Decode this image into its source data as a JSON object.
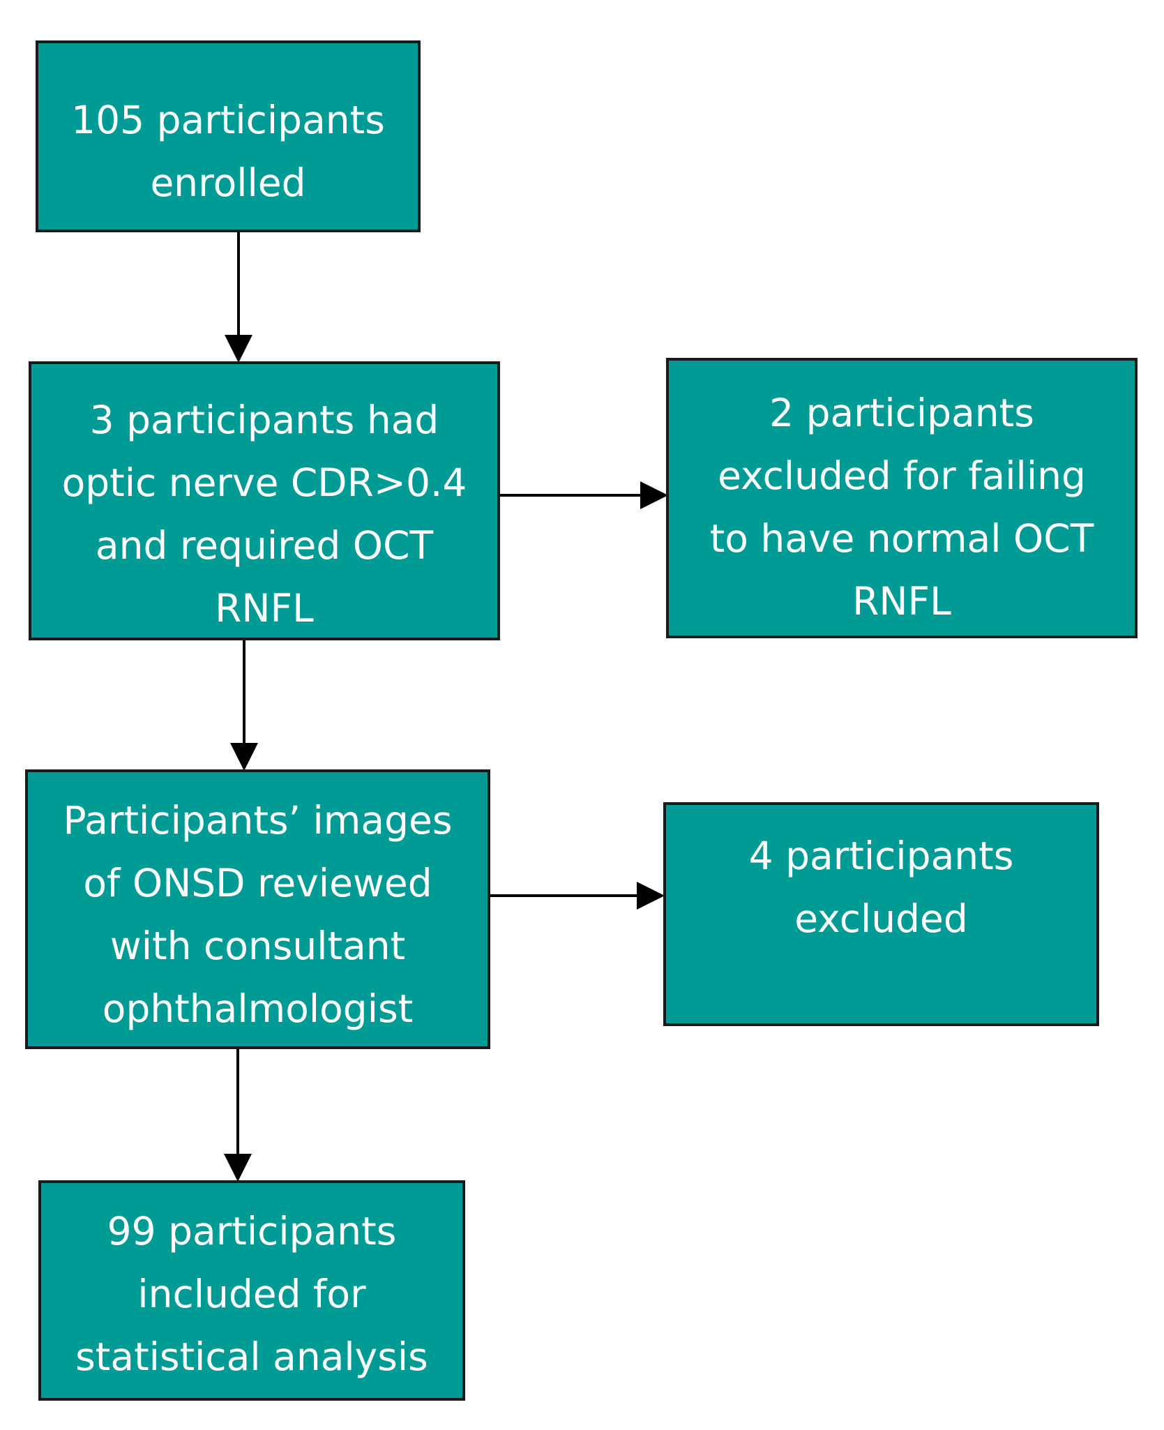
{
  "flowchart": {
    "enrolled": "105 participants\nenrolled",
    "cdr": "3 participants had\noptic nerve CDR>0.4\nand required OCT\nRNFL",
    "excluded_oct": "2 participants\nexcluded for failing\nto have normal OCT\nRNFL",
    "onsd_review": "Participants’ images\nof ONSD reviewed\nwith consultant\nophthalmologist",
    "excluded_4": "4 participants\nexcluded",
    "included": "99 participants\nincluded for\nstatistical analysis"
  },
  "colors": {
    "box_fill": "#009b95",
    "box_border": "#1a1a1a",
    "text": "#ffffff",
    "arrow": "#000000"
  }
}
